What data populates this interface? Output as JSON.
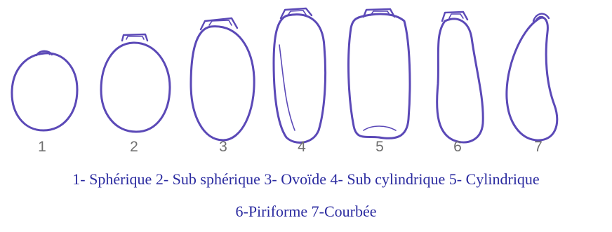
{
  "shapes": [
    {
      "number": "1",
      "kind": "spherique"
    },
    {
      "number": "2",
      "kind": "sub-spherique"
    },
    {
      "number": "3",
      "kind": "ovoide"
    },
    {
      "number": "4",
      "kind": "sub-cylindrique"
    },
    {
      "number": "5",
      "kind": "cylindrique"
    },
    {
      "number": "6",
      "kind": "piriforme"
    },
    {
      "number": "7",
      "kind": "courbee"
    }
  ],
  "legend": {
    "line1": "1- Sphérique 2- Sub sphérique 3- Ovoïde 4- Sub cylindrique 5- Cylindrique",
    "line2": "6-Piriforme  7-Courbée"
  },
  "colors": {
    "outline": "#5b49b7",
    "legend_text": "#2b2ba0",
    "number_text": "#6f6f6f"
  }
}
